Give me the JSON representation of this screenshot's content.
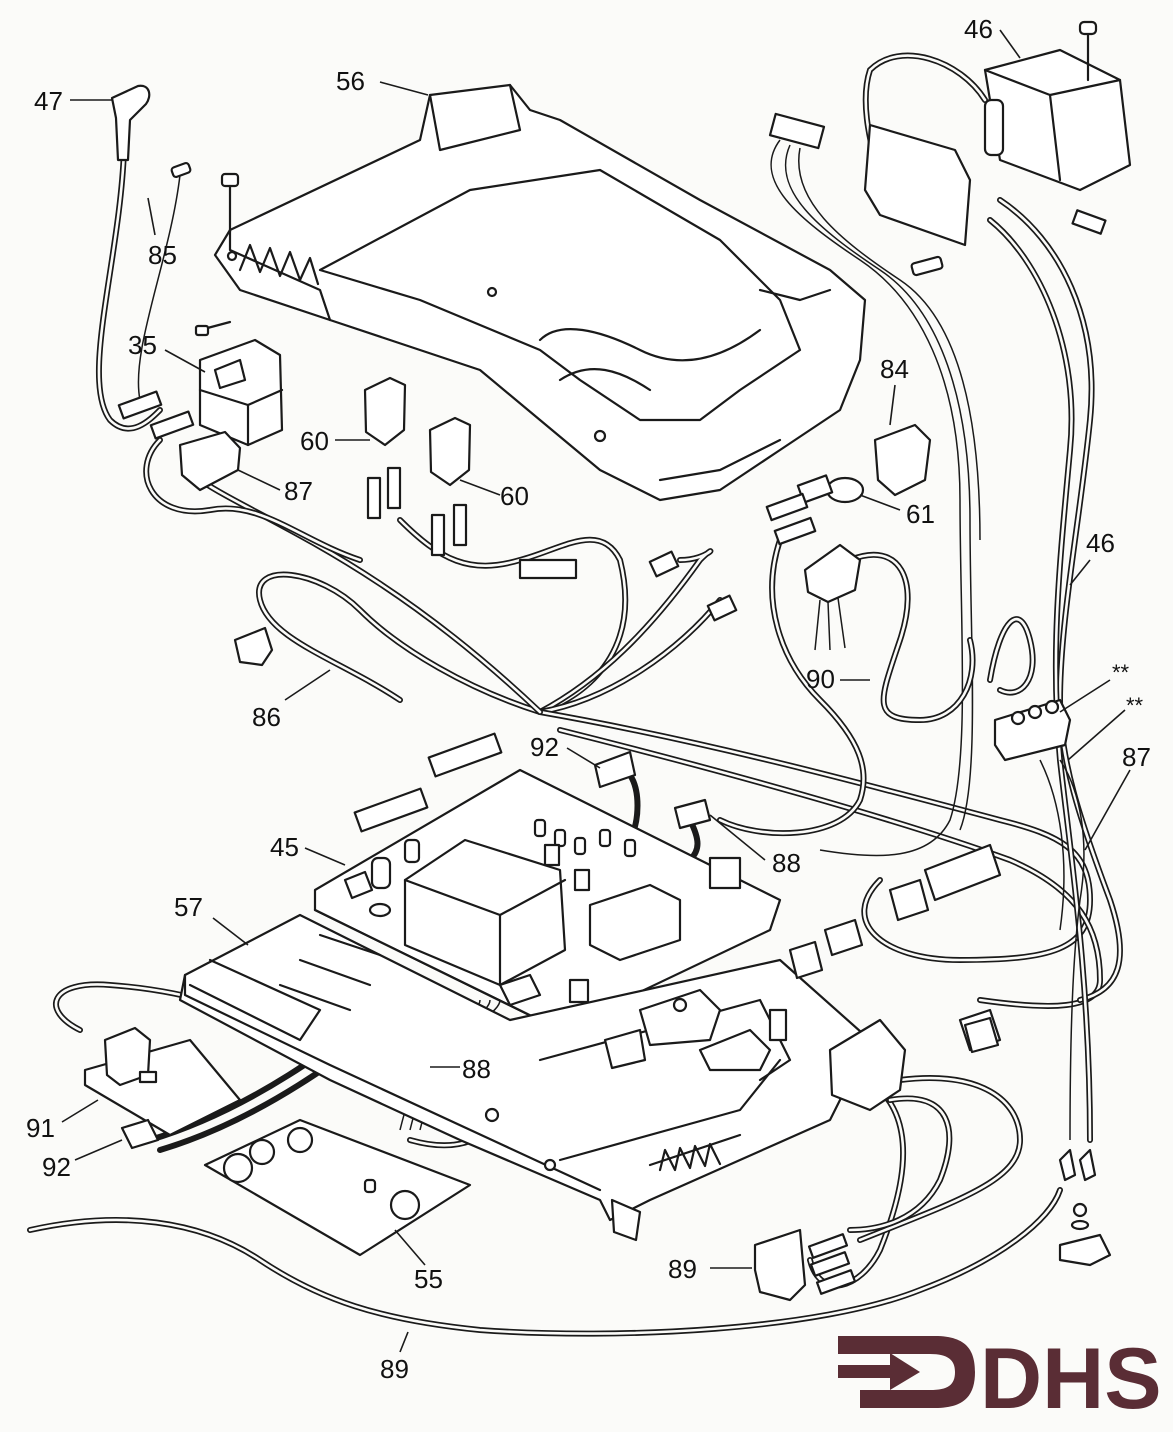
{
  "labels": {
    "l47": "47",
    "l56": "56",
    "l46a": "46",
    "l85": "85",
    "l35": "35",
    "l60a": "60",
    "l60b": "60",
    "l87a": "87",
    "l84": "84",
    "l61": "61",
    "l46b": "46",
    "l86": "86",
    "l90": "90",
    "star1": "**",
    "star2": "**",
    "l87b": "87",
    "l92a": "92",
    "l88a": "88",
    "l45": "45",
    "l57": "57",
    "l88b": "88",
    "l91": "91",
    "l92b": "92",
    "l55": "55",
    "l89a": "89",
    "l89b": "89"
  },
  "logo": {
    "text": "DHS",
    "color": "#5a2d35"
  },
  "colors": {
    "line": "#1a1a1a",
    "paper": "#fbfbf9"
  }
}
